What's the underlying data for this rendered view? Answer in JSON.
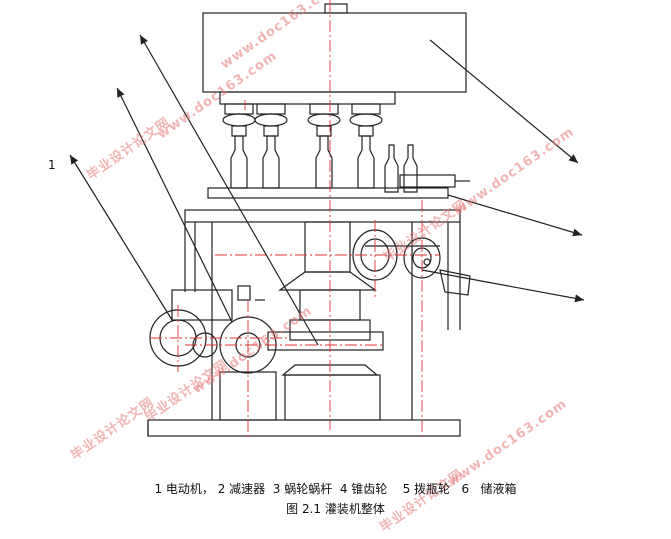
{
  "diagram": {
    "callout_number": "1",
    "legend_line": "1 电动机， 2 减速器  3 蜗轮蜗杆  4 锥齿轮    5 拨瓶轮   6   储液箱",
    "figure_caption": "图 2.1 灌装机整体"
  },
  "watermarks": [
    {
      "id": "wm1",
      "text": "毕业设计论文网"
    },
    {
      "id": "wm2",
      "text": "www.doc163.com"
    },
    {
      "id": "wm3",
      "text": "毕业设计论文网"
    },
    {
      "id": "wm4",
      "text": "www.doc163.com"
    },
    {
      "id": "wm5",
      "text": "毕业设计论文网"
    },
    {
      "id": "wm6",
      "text": "www.doc163.com"
    },
    {
      "id": "wm7",
      "text": "毕业设计论文网"
    },
    {
      "id": "wm8",
      "text": "www.doc163.com"
    },
    {
      "id": "wm9",
      "text": "毕业设计论文网"
    },
    {
      "id": "wm10",
      "text": "www.doc163.com"
    }
  ],
  "colors": {
    "line": "#222222",
    "centerline": "#e03030",
    "watermark": "#e07878"
  }
}
